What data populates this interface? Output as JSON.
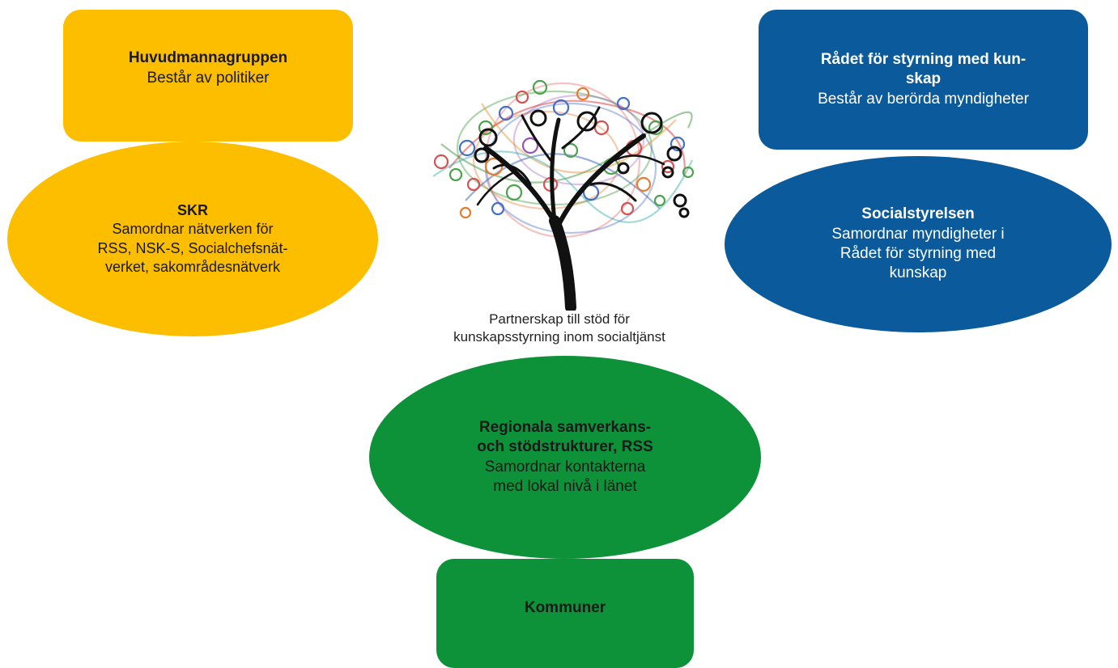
{
  "huvudmannagruppen": {
    "title": "Huvudmannagruppen",
    "text": "Består av politiker",
    "color": "#fdbe00"
  },
  "skr": {
    "title": "SKR",
    "lines": [
      "Samordnar nätverken för",
      "RSS, NSK-S, Socialchefsnät-",
      "verket, sakområdesnätverk"
    ],
    "color": "#fdbe00"
  },
  "radet": {
    "title_lines": [
      "Rådet för styrning med kun-",
      "skap"
    ],
    "text": "Består av berörda myndigheter",
    "color": "#0a5a9c"
  },
  "socialstyrelsen": {
    "title": "Socialstyrelsen",
    "lines": [
      "Samordnar myndigheter i",
      "Rådet för styrning med",
      "kunskap"
    ],
    "color": "#0a5a9c"
  },
  "logo": {
    "caption_lines": [
      "Partnerskap till stöd för",
      "kunskapsstyrning inom socialtjänst"
    ]
  },
  "rss": {
    "title_lines": [
      "Regionala samverkans-",
      "och stödstrukturer, RSS"
    ],
    "lines": [
      "Samordnar kontakterna",
      "med lokal nivå i länet"
    ],
    "color": "#0d9139"
  },
  "kommuner": {
    "title": "Kommuner",
    "color": "#0d9139"
  }
}
